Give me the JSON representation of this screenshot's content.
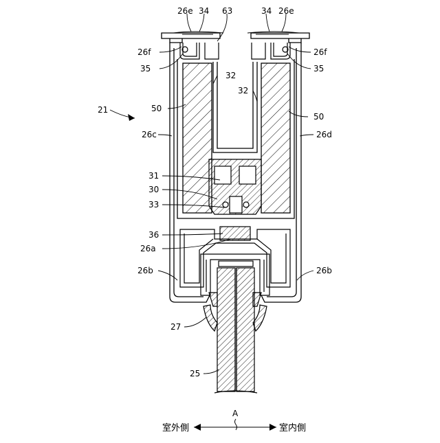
{
  "labels": {
    "l26e_left": "26e",
    "l34_left": "34",
    "l63": "63",
    "l34_right": "34",
    "l26e_right": "26e",
    "l26f_left": "26f",
    "l26f_right": "26f",
    "l35_left": "35",
    "l35_right": "35",
    "l32_left": "32",
    "l32_right": "32",
    "l21": "21",
    "l50_left": "50",
    "l50_right": "50",
    "l26c": "26c",
    "l26d": "26d",
    "l31": "31",
    "l30": "30",
    "l33": "33",
    "l36": "36",
    "l26a": "26a",
    "l26b_left": "26b",
    "l26b_right": "26b",
    "l27": "27",
    "l25": "25",
    "lA": "A"
  },
  "direction": {
    "outdoor": "室外側",
    "indoor": "室内側"
  }
}
